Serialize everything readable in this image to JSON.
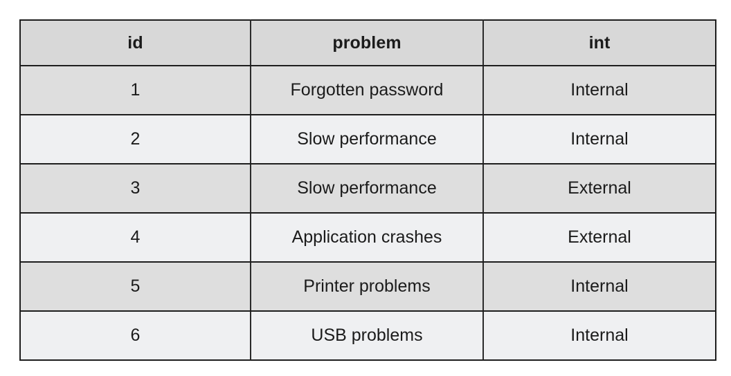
{
  "page": {
    "background_color": "#ffffff"
  },
  "table": {
    "name": "problems-table",
    "header_background": "#d8d8d8",
    "row_odd_background": "#dedede",
    "row_even_background": "#eff0f2",
    "border_color": "#1d1d1d",
    "text_color": "#1b1b1b",
    "columns": [
      {
        "key": "id",
        "label": "id",
        "align": "center"
      },
      {
        "key": "problem",
        "label": "problem",
        "align": "center"
      },
      {
        "key": "int",
        "label": "int",
        "align": "center"
      }
    ],
    "rows": [
      {
        "id": "1",
        "problem": "Forgotten password",
        "int": "Internal"
      },
      {
        "id": "2",
        "problem": "Slow performance",
        "int": "Internal"
      },
      {
        "id": "3",
        "problem": "Slow performance",
        "int": "External"
      },
      {
        "id": "4",
        "problem": "Application crashes",
        "int": "External"
      },
      {
        "id": "5",
        "problem": "Printer problems",
        "int": "Internal"
      },
      {
        "id": "6",
        "problem": "USB problems",
        "int": "Internal"
      }
    ]
  }
}
